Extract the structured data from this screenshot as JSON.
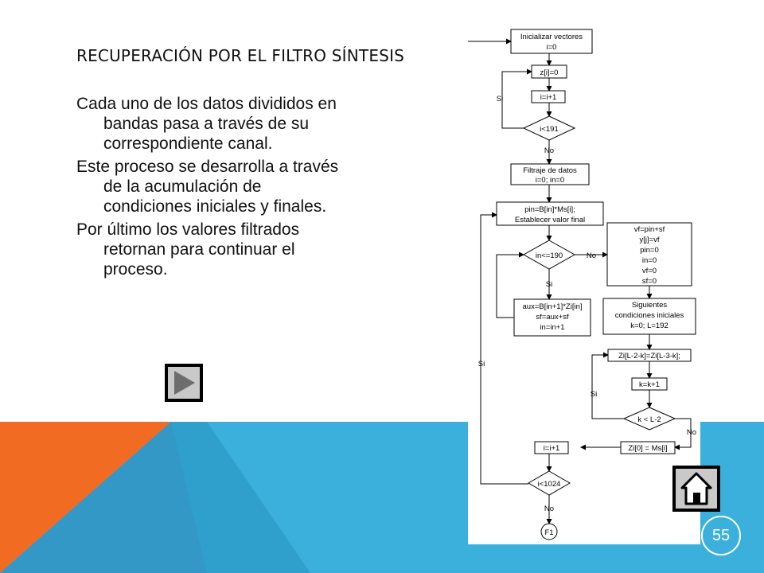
{
  "slide": {
    "title": "RECUPERACIÓN POR  EL FILTRO SÍNTESIS",
    "paragraphs": [
      "Cada uno de los datos divididos en bandas pasa a través de su correspondiente canal.",
      "Este proceso se desarrolla a través de la acumulación de condiciones iniciales y finales.",
      "Por último los valores filtrados retornan para continuar el proceso."
    ],
    "page_number": "55",
    "colors": {
      "orange": "#f26b23",
      "blue": "#3bb0dd",
      "dark_blue": "#2a8fb8"
    },
    "icons": {
      "play": "play-icon",
      "home": "home-icon"
    }
  },
  "flowchart": {
    "init_l1": "Inicializar vectores",
    "init_l2": "i=0",
    "z_assign": "z[i]=0",
    "inc_i_1": "i=i+1",
    "cond_i191": "i<191",
    "loop1_yes": "Si",
    "loop1_no": "No",
    "filt_l1": "Filtraje de datos",
    "filt_l2": "i=0; in=0",
    "pin_l1": "pin=B[in]*Ms[i];",
    "pin_l2": "Establecer valor final",
    "cond_in190": "in<=190",
    "in190_no": "No",
    "in190_yes": "Si",
    "aux_l1": "aux=B[in+1]*Zi[in]",
    "aux_l2": "sf=aux+sf",
    "aux_l3": "in=in+1",
    "vf_lines": [
      "vf=pin+sf",
      "y[j]=vf",
      "pin=0",
      "in=0",
      "vf=0",
      "sf=0"
    ],
    "sig_l1": "Siguientes",
    "sig_l2": "condiciones iniciales",
    "sig_l3": "k=0; L=192",
    "zi_shift": "Zi[L-2-k]=Zi[L-3-k];",
    "k_inc": "k=k+1",
    "cond_k": "k < L-2",
    "k_yes": "Si",
    "k_no": "No",
    "zi0": "Zi[0] = Ms[i]",
    "inc_i_2": "i=i+1",
    "cond_i1024": "i<1024",
    "outer_yes": "Si",
    "outer_no": "No",
    "end": "F1"
  }
}
